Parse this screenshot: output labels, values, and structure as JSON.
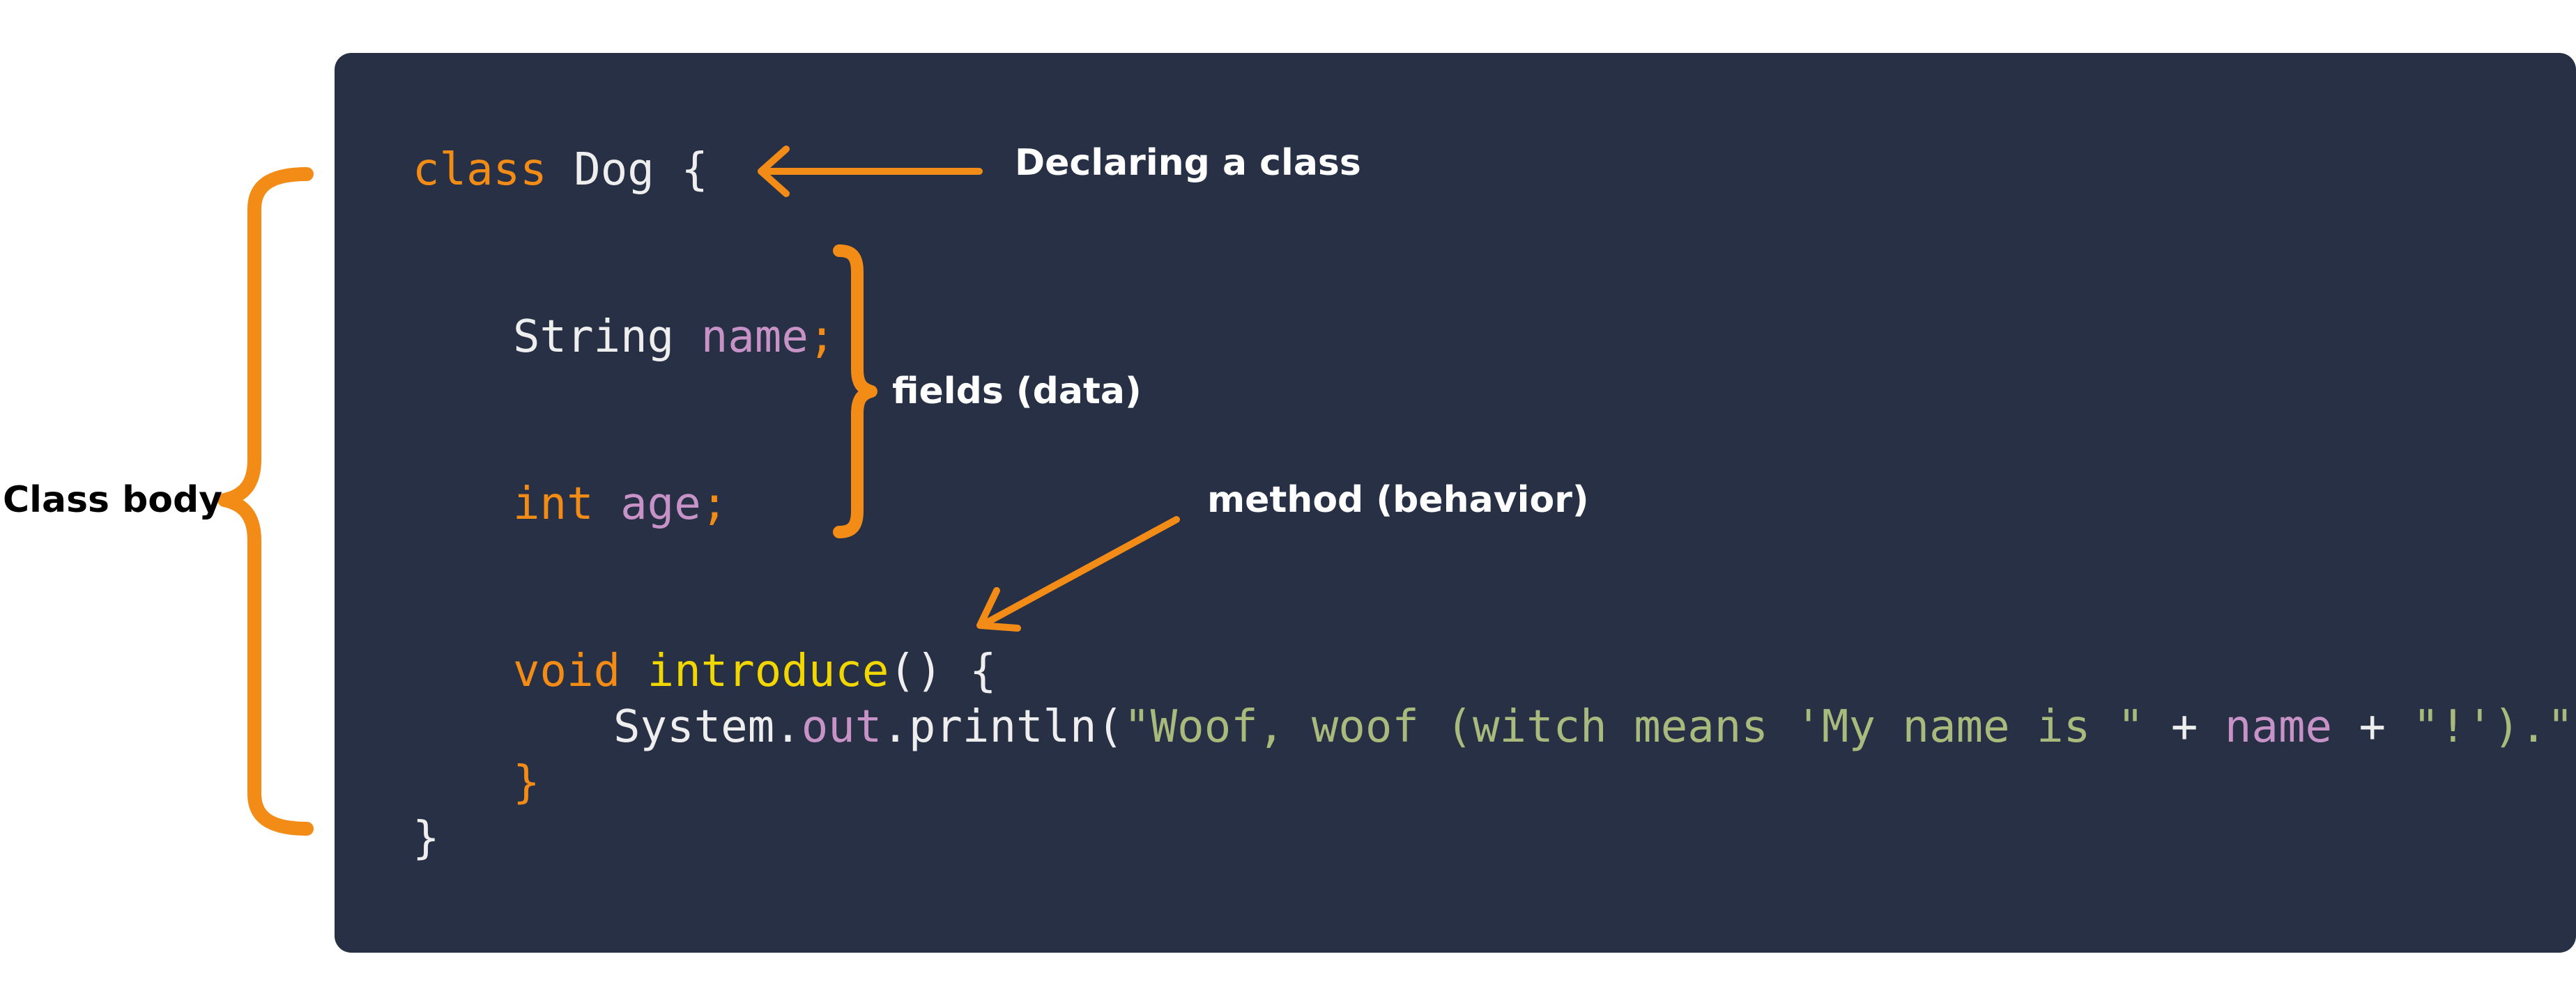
{
  "labels": {
    "class_body": "Class body",
    "declaring_class": "Declaring a class",
    "fields": "fields (data)",
    "method": "method (behavior)"
  },
  "code": {
    "line1": {
      "kw": "class",
      "name": " Dog {"
    },
    "line2": {
      "type": "String",
      "var": " name",
      "punc": ";"
    },
    "line3": {
      "type": "int",
      "var": " age",
      "punc": ";"
    },
    "line4": {
      "kw": "void",
      "fn": " introduce",
      "rest": "() {"
    },
    "line5": {
      "p1": "System.",
      "out": "out",
      "p2": ".println(",
      "s1": "\"Woof, woof (witch means 'My name is \"",
      "plus1": " + ",
      "v1": "name",
      "plus2": " + ",
      "s2": "\"!').\"",
      "close": ")",
      "semi": ";"
    },
    "line6": "}",
    "line7": "}"
  },
  "colors": {
    "panel_bg": "#273044",
    "accent_orange": "#f28c17",
    "variable_purple": "#c792c6",
    "function_yellow": "#f2d600",
    "string_green": "#a9ba7c",
    "code_text": "#eeeeee"
  }
}
